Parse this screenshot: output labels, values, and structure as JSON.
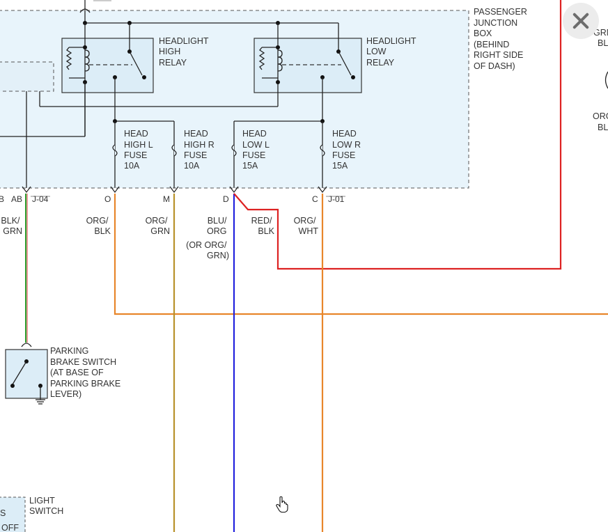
{
  "junction_box": {
    "title_lines": [
      "PASSENGER",
      "JUNCTION",
      "BOX",
      "(BEHIND",
      "RIGHT SIDE",
      "OF DASH)"
    ],
    "connector_left_code": "J-04",
    "connector_right_code": "J-01"
  },
  "relays": [
    {
      "id": "high",
      "label_lines": [
        "HEADLIGHT",
        "HIGH",
        "RELAY"
      ]
    },
    {
      "id": "low",
      "label_lines": [
        "HEADLIGHT",
        "LOW",
        "RELAY"
      ]
    }
  ],
  "fuses": [
    {
      "id": "high-l",
      "label_lines": [
        "HEAD",
        "HIGH L",
        "FUSE",
        "10A"
      ],
      "pin": "O"
    },
    {
      "id": "high-r",
      "label_lines": [
        "HEAD",
        "HIGH R",
        "FUSE",
        "10A"
      ],
      "pin": "M"
    },
    {
      "id": "low-l",
      "label_lines": [
        "HEAD",
        "LOW L",
        "FUSE",
        "15A"
      ],
      "pin": "D"
    },
    {
      "id": "low-r",
      "label_lines": [
        "HEAD",
        "LOW R",
        "FUSE",
        "15A"
      ],
      "pin": "C"
    }
  ],
  "pins": {
    "left_partial": "B",
    "ab": "AB"
  },
  "wires": [
    {
      "id": "blk-grn",
      "label_lines": [
        "BLK/",
        "GRN"
      ],
      "colors": [
        "#2e9e2e",
        "#cc3333"
      ]
    },
    {
      "id": "org-blk",
      "label_lines": [
        "ORG/",
        "BLK"
      ],
      "colors": [
        "#e8862a"
      ]
    },
    {
      "id": "org-grn",
      "label_lines": [
        "ORG/",
        "GRN"
      ],
      "colors": [
        "#b8922a"
      ]
    },
    {
      "id": "blu-org",
      "label_lines": [
        "BLU/",
        "ORG",
        "(OR ORG/",
        "GRN)"
      ],
      "colors": [
        "#2222dd"
      ]
    },
    {
      "id": "red-blk",
      "label_lines": [
        "RED/",
        "BLK"
      ],
      "colors": [
        "#dd2222"
      ]
    },
    {
      "id": "org-wht",
      "label_lines": [
        "ORG/",
        "WHT"
      ],
      "colors": [
        "#e8862a"
      ]
    }
  ],
  "parking_brake_switch": {
    "label_lines": [
      "PARKING",
      "BRAKE SWITCH",
      "(AT BASE OF",
      "PARKING BRAKE",
      "LEVER)"
    ]
  },
  "light_switch": {
    "label_lines": [
      "LIGHT",
      "SWITCH"
    ],
    "partial_labels": [
      "S",
      "OFF"
    ]
  },
  "right_edge_partial": {
    "top_lines": [
      "GRN",
      "BL"
    ],
    "bottom_lines": [
      "ORG",
      "BL"
    ]
  },
  "colors": {
    "box_fill": "#e8f4fb",
    "box_stroke": "#555555"
  }
}
